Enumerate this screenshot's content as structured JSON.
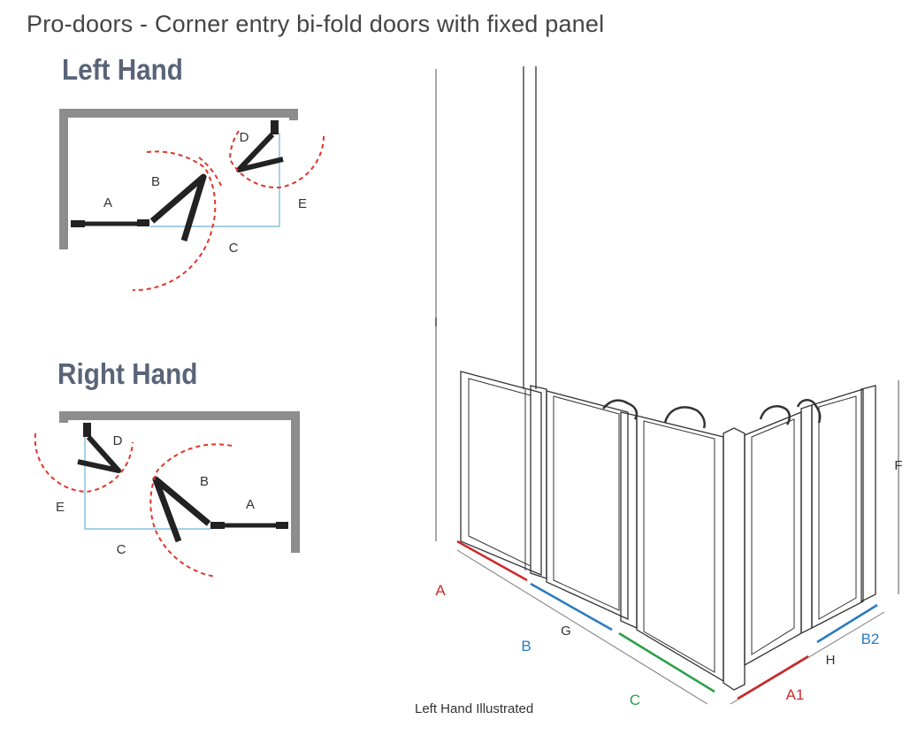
{
  "title": "Pro-doors - Corner entry bi-fold doors with fixed panel",
  "left_hand": {
    "heading": "Left Hand",
    "labels": {
      "a": "A",
      "b": "B",
      "c": "C",
      "d": "D",
      "e": "E"
    }
  },
  "right_hand": {
    "heading": "Right Hand",
    "labels": {
      "a": "A",
      "b": "B",
      "c": "C",
      "d": "D",
      "e": "E"
    }
  },
  "illustration": {
    "caption": "Left Hand Illustrated",
    "labels": {
      "i": "I",
      "f": "F",
      "g": "G",
      "h": "H",
      "a": "A",
      "b": "B",
      "c": "C",
      "a1": "A1",
      "b2": "B2"
    }
  },
  "colors": {
    "wall": "#8d8d8d",
    "swing": "#e0352b",
    "guide": "#6fb5d8",
    "dim_a": "#cc2a2a",
    "dim_b": "#2a7bbf",
    "dim_c": "#2aa048",
    "panel": "#222222"
  }
}
